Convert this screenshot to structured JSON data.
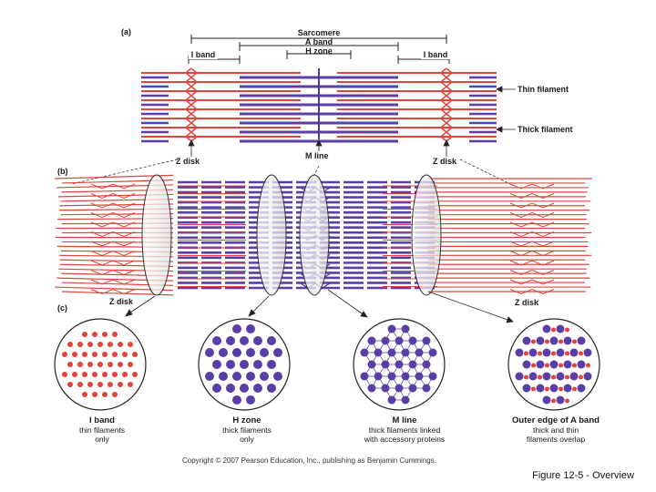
{
  "panel_a": {
    "tag": "(a)",
    "sarcomere": "Sarcomere",
    "a_band": "A band",
    "h_zone": "H zone",
    "i_band_left": "I band",
    "i_band_right": "I band",
    "thin_filament": "Thin filament",
    "thick_filament": "Thick filament",
    "z_disk_left": "Z disk",
    "m_line": "M line",
    "z_disk_right": "Z disk"
  },
  "panel_b": {
    "tag": "(b)"
  },
  "panel_c": {
    "tag": "(c)",
    "z_disk_left": "Z disk",
    "z_disk_right": "Z disk",
    "sections": [
      {
        "title": "I band",
        "line1": "thin filaments",
        "line2": "only"
      },
      {
        "title": "H zone",
        "line1": "thick filaments",
        "line2": "only"
      },
      {
        "title": "M line",
        "line1": "thick filaments linked",
        "line2": "with accessory proteins"
      },
      {
        "title": "Outer edge of A band",
        "line1": "thick and thin",
        "line2": "filaments overlap"
      }
    ]
  },
  "copyright": "Copyright © 2007 Pearson Education, Inc., publishing as Benjamin Cummings.",
  "figure_title": "Figure 12-5 - Overview",
  "colors": {
    "thin": "#e0443a",
    "thick": "#5a3ea6",
    "mline": "#4a3a9a"
  }
}
